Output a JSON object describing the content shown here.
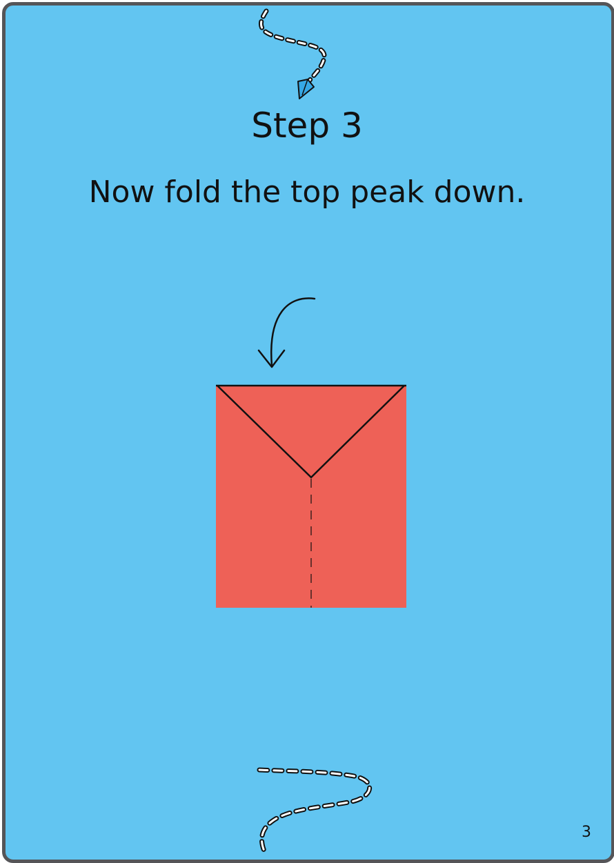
{
  "step": {
    "title": "Step 3",
    "instruction": "Now fold the top peak down."
  },
  "page_number": "3",
  "colors": {
    "background": "#62c5f1",
    "border": "#555558",
    "paper": "#ee6157",
    "line": "#111111",
    "plane_accent": "#36a8e6"
  },
  "icons": {
    "fold_arrow": "curved-arrow-down-icon",
    "flight_path_top": "dashed-flight-path-icon",
    "paper_plane": "paper-plane-icon",
    "flight_path_bottom": "dashed-flight-path-icon"
  }
}
